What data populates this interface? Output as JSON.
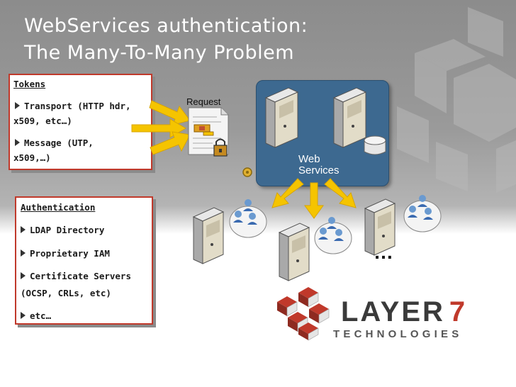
{
  "title": {
    "line1": "WebServices authentication:",
    "line2": "The Many-To-Many Problem"
  },
  "tokens_box": {
    "heading": "Tokens",
    "items": [
      {
        "line1": "Transport (HTTP hdr,",
        "line2": "x509, etc…)"
      },
      {
        "line1": "Message (UTP,",
        "line2": "x509,…)"
      }
    ]
  },
  "auth_box": {
    "heading": "Authentication",
    "items": [
      {
        "line1": "LDAP Directory"
      },
      {
        "line1": "Proprietary IAM"
      },
      {
        "line1": "Certificate Servers",
        "line2": "(OCSP, CRLs, etc)"
      },
      {
        "line1": "etc…"
      }
    ]
  },
  "request_label": "Request",
  "web_services_label": {
    "line1": "Web",
    "line2": "Services"
  },
  "ellipsis": "…",
  "logo": {
    "main": "LAYER",
    "number": "7",
    "sub": "TECHNOLOGIES"
  },
  "colors": {
    "accent_red": "#c0392b",
    "arrow_yellow": "#f5c400",
    "panel_blue": "#3d6990",
    "background_gray": "#9a9a9a"
  }
}
